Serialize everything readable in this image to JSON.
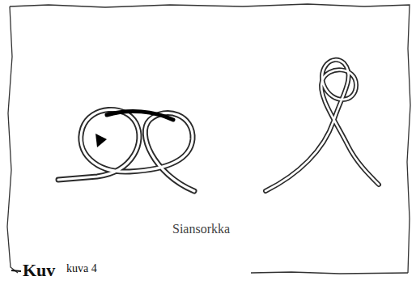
{
  "diagram": {
    "caption": "Siansorkka",
    "labels": [
      "kuva 4",
      "Kuv"
    ]
  }
}
